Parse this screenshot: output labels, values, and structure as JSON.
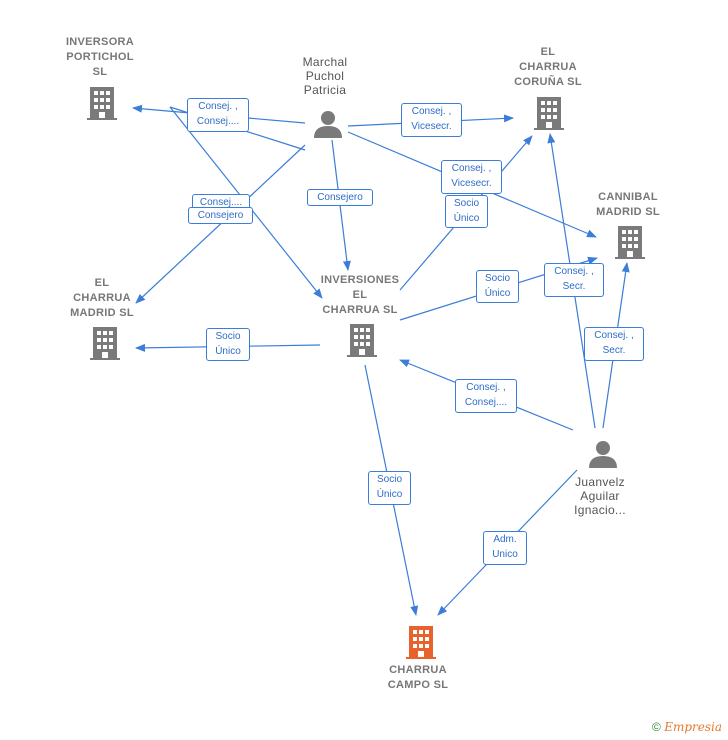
{
  "nodes": {
    "inversora": "INVERSORA\nPORTICHOL\nSL",
    "marchal": "Marchal\nPuchol\nPatricia",
    "coruna": "EL\nCHARRUA\nCORUÑA  SL",
    "cannibal": "CANNIBAL\nMADRID  SL",
    "elmadrid": "EL\nCHARRUA\nMADRID  SL",
    "inversiones": "INVERSIONES\nEL\nCHARRUA SL",
    "juanvelz": "Juanvelz\nAguilar\nIgnacio...",
    "campo": "CHARRUA\nCAMPO  SL"
  },
  "edges": {
    "e1": "Consej. ,\nConsej....",
    "e2": "Consej. ,\nVicesecr.",
    "e3": "Consej. ,\nVicesecr.",
    "e4": "Consej....",
    "e5": "Consejero",
    "e6": "Consejero",
    "e7": "Socio\nÚnico",
    "e8": "Socio\nÚnico",
    "e9": "Socio\nÚnico",
    "e10": "Consej. ,\nSecr.",
    "e11": "Consej. ,\nSecr.",
    "e12": "Consej. ,\nConsej....",
    "e13": "Socio\nÚnico",
    "e14": "Adm.\nUnico"
  },
  "footer": {
    "copyright": "©",
    "brand": "Empresia"
  },
  "colors": {
    "edge": "#3b7dd8",
    "building": "#7a7a7a",
    "highlight": "#e8622b"
  }
}
